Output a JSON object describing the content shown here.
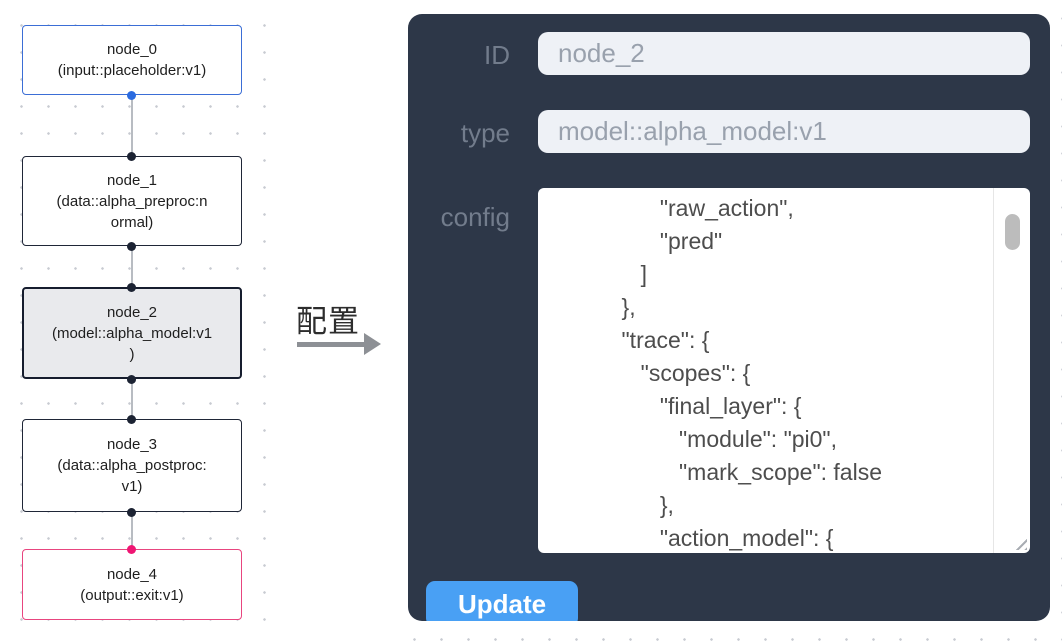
{
  "flow": {
    "nodes": [
      {
        "id": "node_0",
        "kind": "input",
        "lines": [
          "node_0",
          "(input::placeholder:v1)"
        ],
        "border_color": "#3b6ed6"
      },
      {
        "id": "node_1",
        "kind": "data",
        "lines": [
          "node_1",
          "(data::alpha_preproc:n",
          "ormal)"
        ],
        "border_color": "#1f2637"
      },
      {
        "id": "node_2",
        "kind": "model",
        "selected": true,
        "lines": [
          "node_2",
          "(model::alpha_model:v1",
          ")"
        ],
        "border_color": "#161d2e",
        "fill": "#e9eaed"
      },
      {
        "id": "node_3",
        "kind": "data",
        "lines": [
          "node_3",
          "(data::alpha_postproc:",
          "v1)"
        ],
        "border_color": "#1f2637"
      },
      {
        "id": "node_4",
        "kind": "output",
        "lines": [
          "node_4",
          "(output::exit:v1)"
        ],
        "border_color": "#e8457f"
      }
    ],
    "port_colors": {
      "default": "#1c2333",
      "input_node": "#2b6be0",
      "output_node": "#ef1673"
    }
  },
  "transfer": {
    "label": "配置"
  },
  "panel": {
    "background": "#2d3748",
    "fields": [
      {
        "label": "ID",
        "value": "node_2"
      },
      {
        "label": "type",
        "value": "model::alpha_model:v1"
      }
    ],
    "config_label": "config",
    "config_lines": [
      "               \"raw_action\",",
      "               \"pred\"",
      "            ]",
      "         },",
      "         \"trace\": {",
      "            \"scopes\": {",
      "               \"final_layer\": {",
      "                  \"module\": \"pi0\",",
      "                  \"mark_scope\": false",
      "               },",
      "               \"action_model\": {"
    ],
    "update_label": "Update",
    "update_color": "#49a0f4"
  }
}
